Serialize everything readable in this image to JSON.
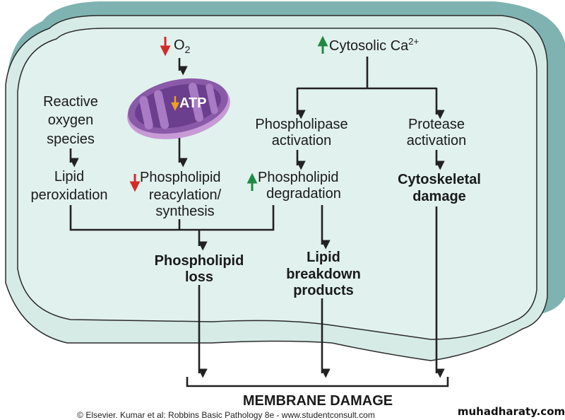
{
  "colors": {
    "cell_outer": "#7fb3b1",
    "membrane": "#d6ebe6",
    "cytoplasm": "#e1f1ee",
    "mitochondrion": "#8a5aa8",
    "decrease_arrow": "#d42a2a",
    "increase_arrow": "#1f8a45",
    "atp_arrow": "#f0a020"
  },
  "nodes": {
    "o2": "O",
    "o2_sub": "2",
    "atp": "ATP",
    "calcium": "Cytosolic Ca",
    "calcium_sup": "2+",
    "ros": [
      "Reactive",
      "oxygen",
      "species"
    ],
    "lipid_perox": [
      "Lipid",
      "peroxidation"
    ],
    "reacylation": [
      "Phospholipid",
      "reacylation/",
      "synthesis"
    ],
    "phospholipase": [
      "Phospholipase",
      "activation"
    ],
    "protease": [
      "Protease",
      "activation"
    ],
    "degradation": [
      "Phospholipid",
      "degradation"
    ],
    "cytoskeletal": [
      "Cytoskeletal",
      "damage"
    ],
    "loss": [
      "Phospholipid",
      "loss"
    ],
    "breakdown": [
      "Lipid",
      "breakdown",
      "products"
    ],
    "membrane_damage": "MEMBRANE DAMAGE"
  },
  "footer": {
    "copyright": "© Elsevier. Kumar et al: Robbins Basic Pathology 8e - www.studentconsult.com",
    "watermark": "muhadharaty.com"
  }
}
